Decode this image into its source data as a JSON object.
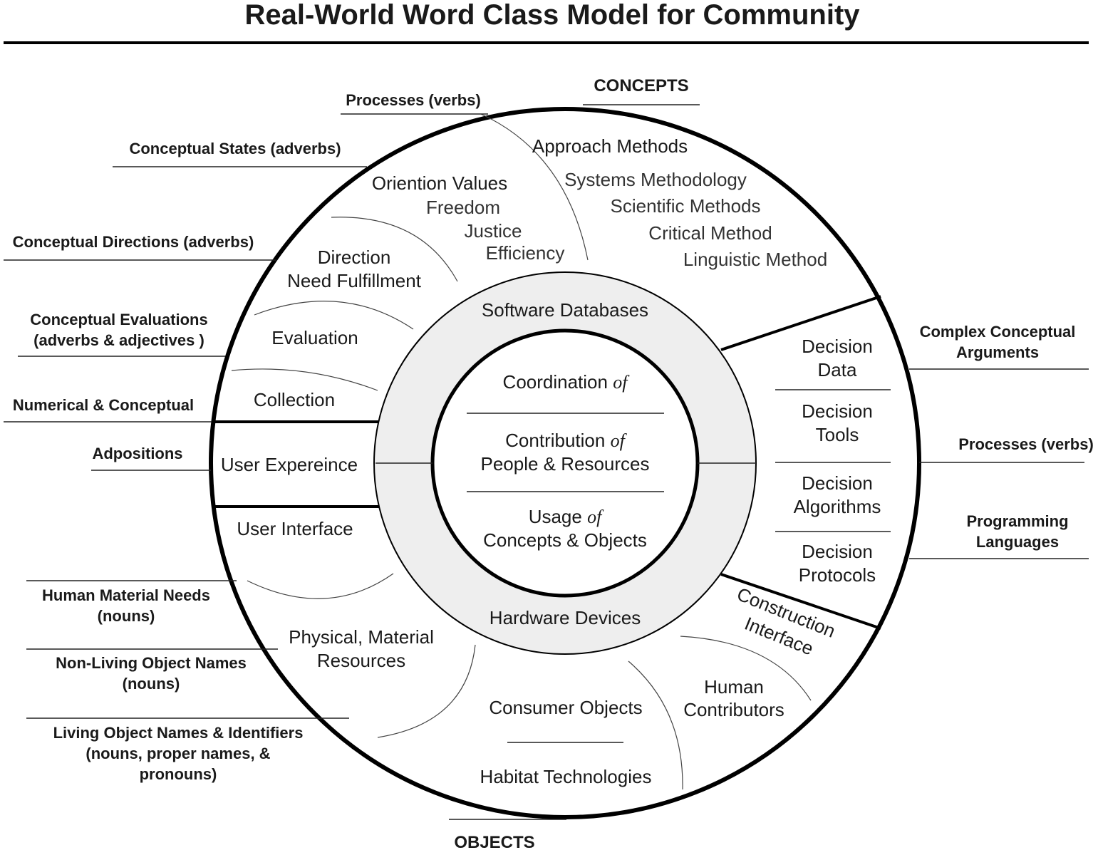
{
  "title": "Real-World Word Class Model for Community",
  "top_label": "CONCEPTS",
  "bottom_label": "OBJECTS",
  "left_labels": {
    "processes": "Processes (verbs)",
    "conceptual_states": "Conceptual States (adverbs)",
    "conceptual_directions": "Conceptual Directions (adverbs)",
    "conceptual_evaluations_1": "Conceptual Evaluations",
    "conceptual_evaluations_2": "(adverbs & adjectives )",
    "numerical": "Numerical & Conceptual",
    "adpositions": "Adpositions",
    "human_needs_1": "Human Material Needs",
    "human_needs_2": "(nouns)",
    "non_living_1": "Non-Living Object Names",
    "non_living_2": "(nouns)",
    "living_1": "Living Object Names & Identifiers",
    "living_2": "(nouns, proper names, &",
    "living_3": "pronouns)"
  },
  "right_labels": {
    "complex_1": "Complex Conceptual",
    "complex_2": "Arguments",
    "processes": "Processes (verbs)",
    "programming_1": "Programming",
    "programming_2": "Languages"
  },
  "outer_ring": {
    "approach_methods": "Approach Methods",
    "approach_items": [
      "Systems Methodology",
      "Scientific Methods",
      "Critical Method",
      "Linguistic Method"
    ],
    "orientation_values": "Oriention Values",
    "orientation_items": [
      "Freedom",
      "Justice",
      "Efficiency"
    ],
    "direction_1": "Direction",
    "direction_2": "Need Fulfillment",
    "evaluation": "Evaluation",
    "collection": "Collection",
    "user_experience": "User Expereince",
    "user_interface": "User Interface",
    "physical_1": "Physical, Material",
    "physical_2": "Resources",
    "consumer_objects": "Consumer Objects",
    "habitat_technologies": "Habitat Technologies",
    "human_contributors_1": "Human",
    "human_contributors_2": "Contributors",
    "construction_1": "Construction",
    "construction_2": "Interface",
    "decision_data_1": "Decision",
    "decision_data_2": "Data",
    "decision_tools_1": "Decision",
    "decision_tools_2": "Tools",
    "decision_algorithms_1": "Decision",
    "decision_algorithms_2": "Algorithms",
    "decision_protocols_1": "Decision",
    "decision_protocols_2": "Protocols"
  },
  "middle_ring": {
    "software": "Software Databases",
    "hardware": "Hardware Devices"
  },
  "core": {
    "coordination": "Coordination",
    "contribution": "Contribution",
    "people_resources": "People & Resources",
    "usage": "Usage",
    "concepts_objects": "Concepts & Objects",
    "of": "of"
  },
  "colors": {
    "middle_ring_fill": "#eeeeee",
    "line": "#000000",
    "text": "#1a1a1a"
  }
}
